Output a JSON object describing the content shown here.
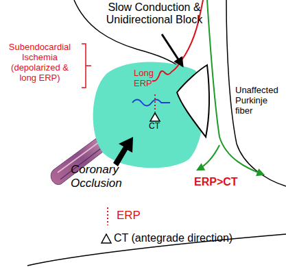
{
  "diagram": {
    "nodes": [
      {
        "text": [
          "Long ERP",
          "CT"
        ]
      }
    ],
    "labels": [
      "Slow Conduction & Unidirectional Block",
      "Subendocardial Ischemia (depolarized & long ERP)",
      "Unaffected Purkinje fiber",
      "Coronary Occlusion",
      "ERP>CT"
    ],
    "legend": [
      {
        "text": "ERP"
      },
      {
        "text": "CT (antegrade direction)"
      }
    ]
  }
}
